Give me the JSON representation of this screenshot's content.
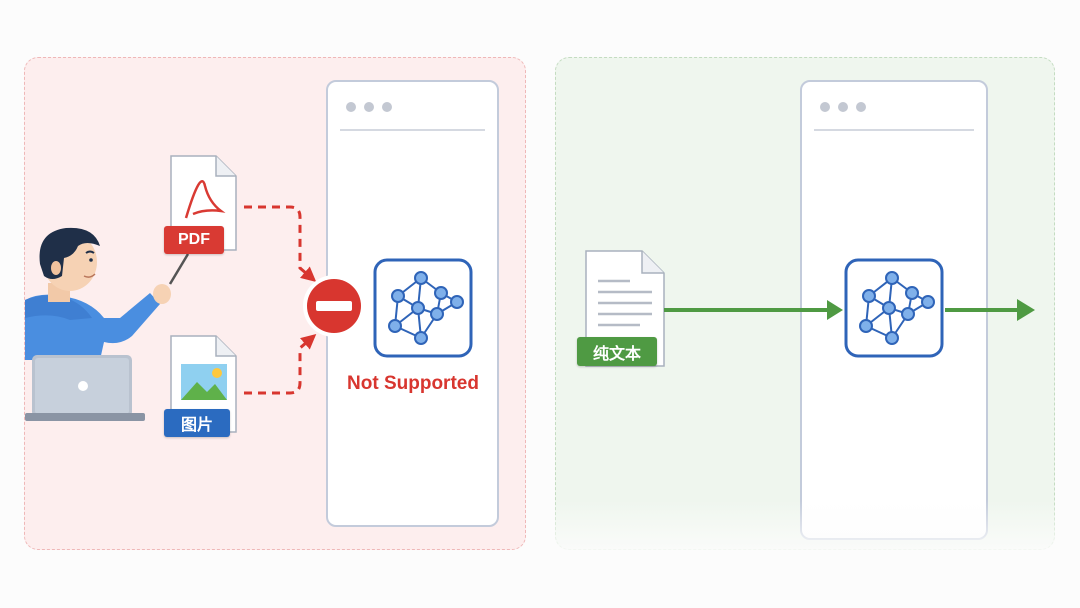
{
  "left_panel": {
    "pdf_label": "PDF",
    "image_label": "图片",
    "status_text": "Not Supported"
  },
  "right_panel": {
    "text_label": "纯文本"
  },
  "colors": {
    "error_red": "#d8362f",
    "success_green": "#4f9a43",
    "image_blue": "#2b6bc0",
    "network_blue": "#2f64b8"
  },
  "icons": [
    "person-icon",
    "laptop-icon",
    "pdf-file-icon",
    "image-file-icon",
    "text-file-icon",
    "no-entry-icon",
    "network-graph-icon"
  ]
}
